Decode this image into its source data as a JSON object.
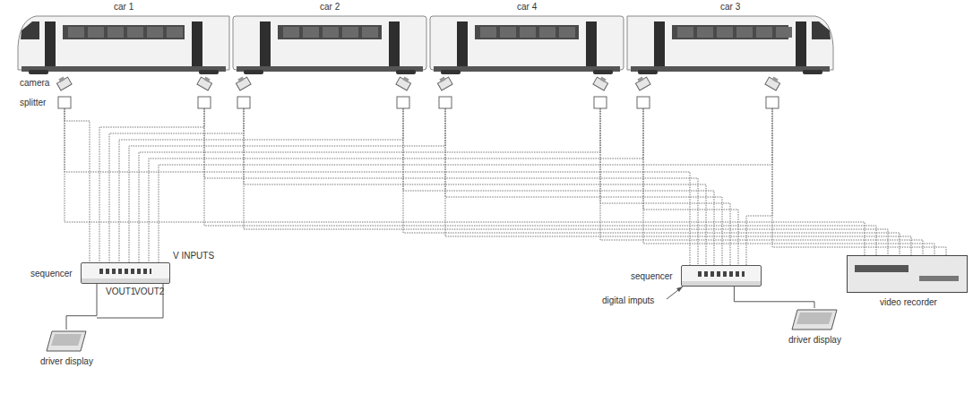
{
  "diagram": {
    "nodes": [
      {
        "text": [
          "car 1"
        ]
      },
      {
        "text": [
          "car 2"
        ]
      },
      {
        "text": [
          "car 4"
        ]
      },
      {
        "text": [
          "car 3"
        ]
      },
      {
        "text": [
          "sequencer"
        ]
      },
      {
        "text": [
          "driver display"
        ]
      },
      {
        "text": [
          "sequencer"
        ]
      },
      {
        "text": [
          "driver display"
        ]
      },
      {
        "text": [
          "video recorder"
        ]
      }
    ],
    "edges": [
      {
        "from": 4,
        "to": 5,
        "arrow": "none"
      },
      {
        "from": 6,
        "to": 7,
        "arrow": "none"
      }
    ],
    "labels": [
      "camera",
      "splitter",
      "V INPUTS",
      "VOUT1",
      "VOUT2",
      "digital imputs"
    ]
  }
}
